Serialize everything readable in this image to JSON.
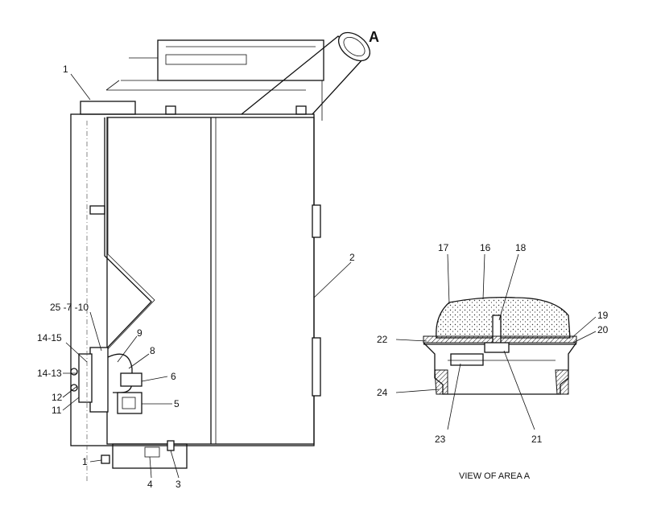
{
  "labels": {
    "area_marker": "A",
    "l1_top": "1",
    "l2": "2",
    "l25_7_10": "25 -7 -10",
    "l14_15": "14-15",
    "l9": "9",
    "l8": "8",
    "l14_13": "14-13",
    "l6": "6",
    "l12": "12",
    "l11": "11",
    "l5": "5",
    "l1_bottom": "1",
    "l4": "4",
    "l3": "3",
    "l17": "17",
    "l16": "16",
    "l18": "18",
    "l19": "19",
    "l20": "20",
    "l22": "22",
    "l24": "24",
    "l23": "23",
    "l21": "21"
  },
  "caption": "VIEW OF AREA A"
}
